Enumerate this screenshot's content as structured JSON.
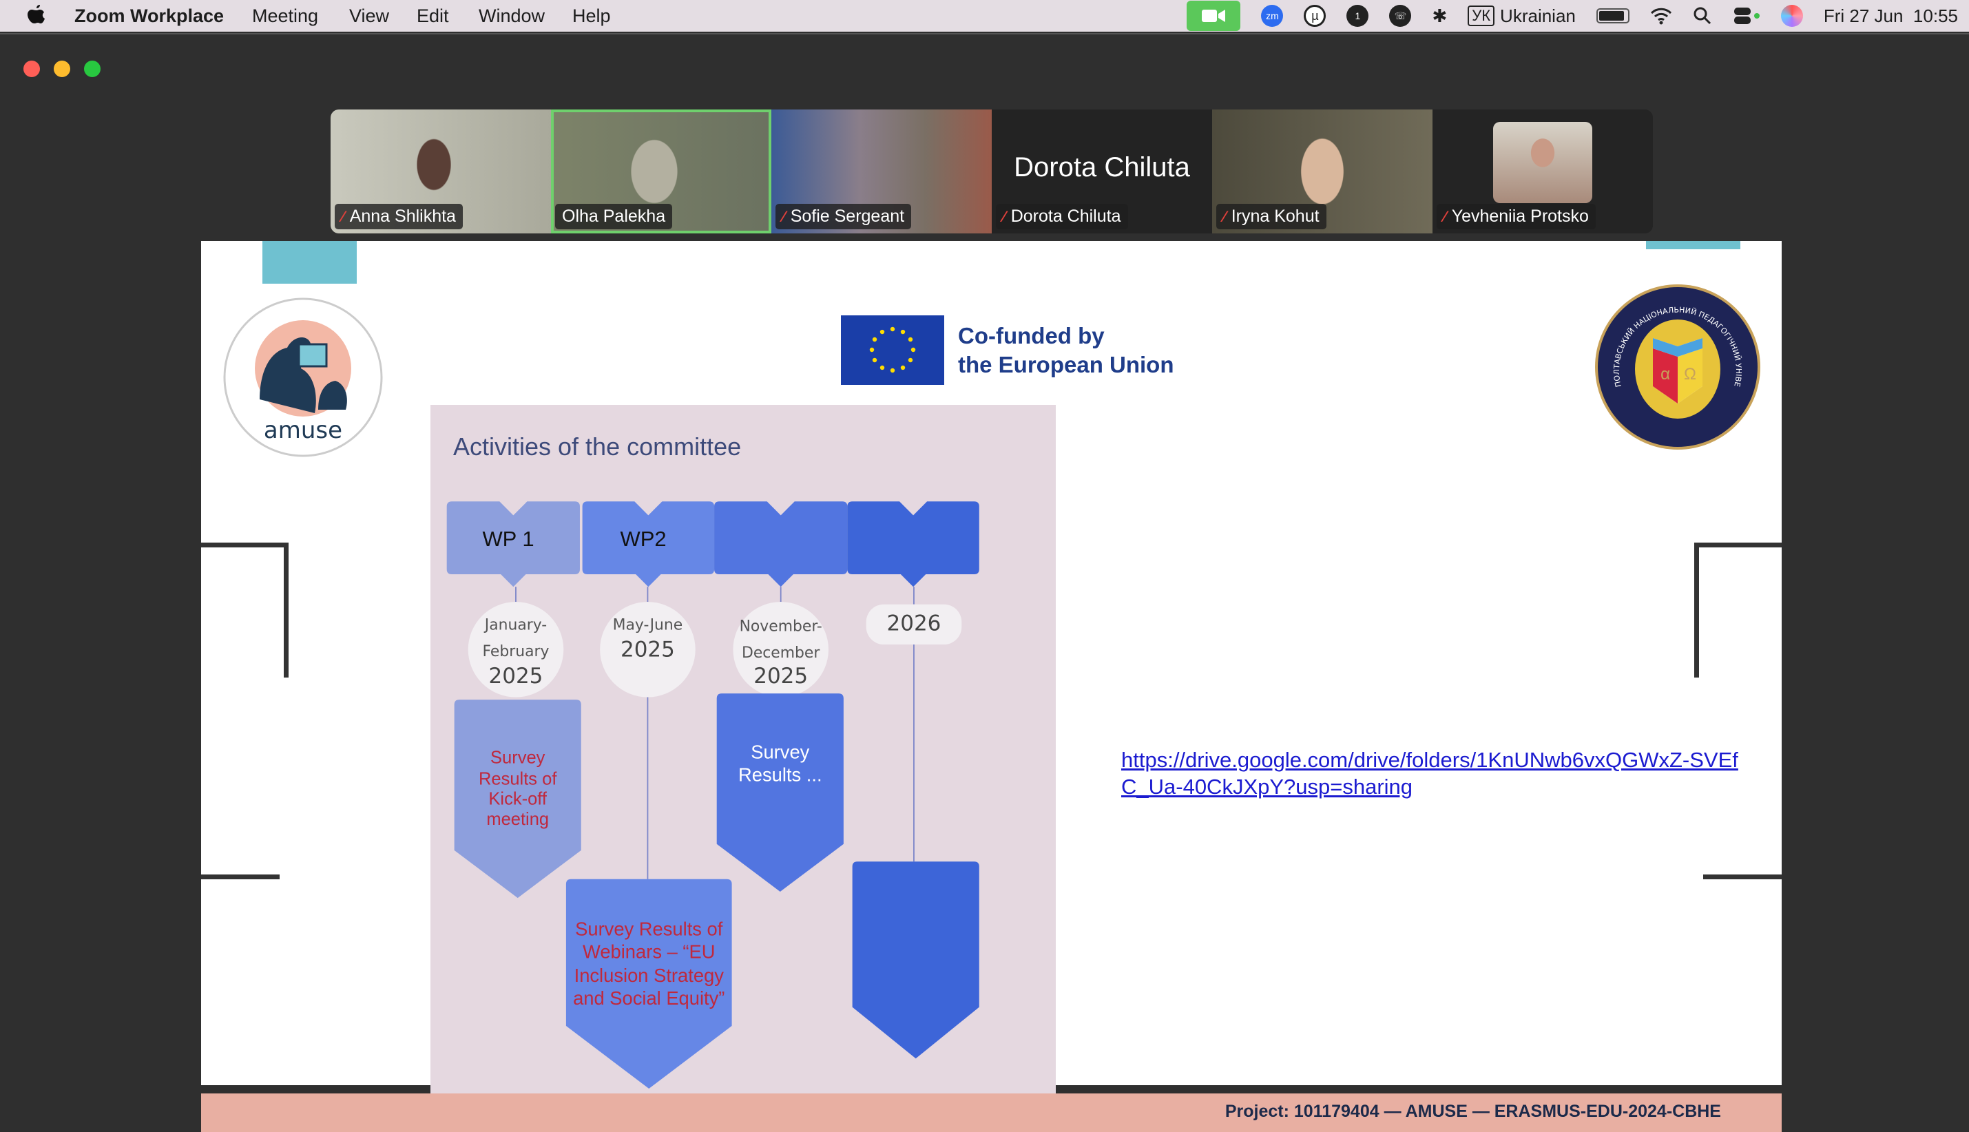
{
  "menubar": {
    "app": "Zoom Workplace",
    "items": [
      "Meeting",
      "View",
      "Edit",
      "Window",
      "Help"
    ],
    "input_source_badge": "УК",
    "input_source": "Ukrainian",
    "clock": "Fri 27 Jun  10:55",
    "zoom_icon_label": "zm",
    "notif_count": "1"
  },
  "participants": [
    {
      "name": "Anna Shlikhta",
      "muted": true
    },
    {
      "name": "Olha Palekha",
      "muted": false,
      "active_speaker": true
    },
    {
      "name": "Sofie Sergeant",
      "muted": true
    },
    {
      "name": "Dorota Chiluta",
      "muted": true,
      "no_video_label": "Dorota Chiluta"
    },
    {
      "name": "Iryna Kohut",
      "muted": true
    },
    {
      "name": "Yevheniia Protsko",
      "muted": true
    }
  ],
  "slide": {
    "logo_left": "amuse",
    "eu_line1": "Co-funded by",
    "eu_line2": "the European Union",
    "seal_text": "ПОЛТАВСЬКИЙ НАЦІОНАЛЬНИЙ ПЕДАГОГІЧНИЙ УНІВЕРСИТЕТ ІМЕНІ В. Г. КОРОЛЕНКА",
    "panel_title": "Activities of the committee",
    "timeline": [
      {
        "tab": "WP 1",
        "date_lines": [
          "January-",
          "February"
        ],
        "year": "2025",
        "box_lines": [
          "Survey",
          "Results of",
          "Kick-off",
          "meeting"
        ],
        "color": "#8d9fdd"
      },
      {
        "tab": "WP2",
        "date_lines": [
          "May-June"
        ],
        "year": "2025",
        "box_lines": [
          "Survey Results of",
          "Webinars – “EU",
          "Inclusion Strategy",
          "and Social Equity”"
        ],
        "color": "#6687e6"
      },
      {
        "tab": "",
        "date_lines": [
          "November-",
          "December"
        ],
        "year": "2025",
        "box_lines": [
          "Survey",
          "Results ..."
        ],
        "color": "#5275e0"
      },
      {
        "tab": "",
        "date_lines": [],
        "year": "2026",
        "box_lines": [],
        "color": "#3d65d8"
      }
    ],
    "link": "https://drive.google.com/drive/folders/1KnUNwb6vxQGWxZ-SVEfC_Ua-40CkJXpY?usp=sharing",
    "footer": "Project: 101179404 — AMUSE — ERASMUS-EDU-2024-CBHE"
  }
}
